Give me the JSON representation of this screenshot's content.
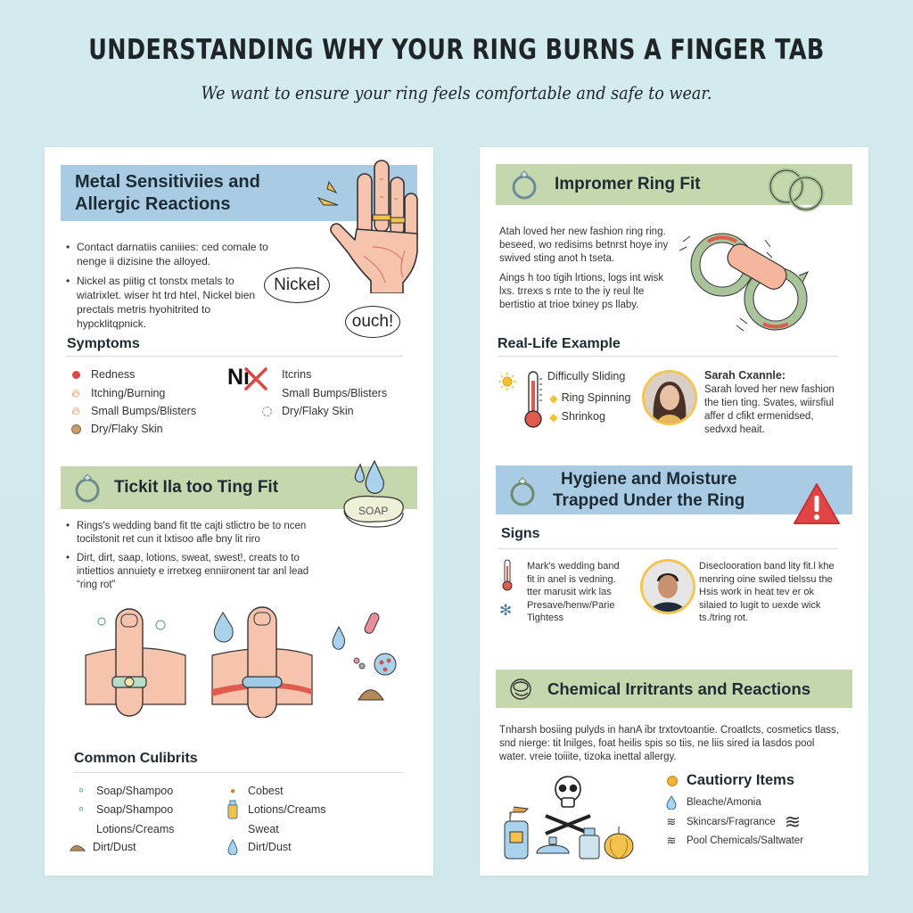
{
  "header": {
    "title": "UNDERSTANDING WHY YOUR RING BURNS A FINGER TAB",
    "subtitle": "We want to ensure your ring feels comfortable and safe to wear."
  },
  "colors": {
    "background": "#d3ebee",
    "band_blue": "#a9cce4",
    "band_green": "#c5d8ad",
    "accent_red": "#e04444",
    "accent_yellow": "#f3c552"
  },
  "left_panel": {
    "metal_section": {
      "title_line1": "Metal Sensitiviies and",
      "title_line2": "Allergic Reactions",
      "bullets": [
        "Contact darnatiis caniiies: ced comale to nenge ii dizisine the alloyed.",
        "Nickel as piitig ct tonstx metals to wiatrixlet. wiser ht trd htel, Nickel bien prectals metris hyohitrited to hypcklitqpnick."
      ],
      "speech_nickel": "Nickel",
      "speech_ouch": "ouch!",
      "symptoms_heading": "Symptoms",
      "symptoms_col1": [
        {
          "icon": "red-dot-icon",
          "label": "Redness"
        },
        {
          "icon": "flame-icon",
          "label": "Itching/Burning"
        },
        {
          "icon": "flame-icon",
          "label": "Small Bumps/Blisters"
        },
        {
          "icon": "flaky-skin-icon",
          "label": "Dry/Flaky Skin"
        }
      ],
      "ni_label": "Ni",
      "symptoms_col2": [
        {
          "icon": "",
          "label": "Itcrins"
        },
        {
          "icon": "",
          "label": "Small Bumps/Blisters"
        },
        {
          "icon": "flaky-skin-icon",
          "label": "Dry/Flaky Skin"
        }
      ]
    },
    "fit_section": {
      "title": "Tickit Ila too Ting Fit",
      "soap_label": "SOAP",
      "bullets": [
        "Rings's wedding band fit tte cajti stlictro be to ncen tocilstonit ret cun it lxtisoo afle bny lit riro",
        "Dirt, dirt, saap, lotions, sweat, swest!, creats to to intiettios annuiety e irretxeg enniironent tar anl lead “ring rot”"
      ]
    },
    "culprits": {
      "heading": "Common Culibrits",
      "col1": [
        {
          "icon": "bubbles-icon",
          "label": "Soap/Shampoo"
        },
        {
          "icon": "bubbles-icon",
          "label": "Soap/Shampoo"
        },
        {
          "icon": "",
          "label": "Lotions/Creams"
        },
        {
          "icon": "dirt-pile-icon",
          "label": "Dirt/Dust"
        }
      ],
      "col2": [
        {
          "icon": "spray-icon",
          "label": "Cobest"
        },
        {
          "icon": "lotion-bottle-icon",
          "label": "Lotions/Creams"
        },
        {
          "icon": "",
          "label": "Sweat"
        },
        {
          "icon": "water-drop-icon",
          "label": "Dirt/Dust"
        }
      ]
    }
  },
  "right_panel": {
    "fit_section": {
      "title": "Impromer Ring Fit",
      "paragraphs": [
        "Atah loved her new fashion ring ring. beseed, wo redisims betnrst hoye iny swived sting anot h tseta.",
        "Aings h too tigih lrtions, logs int wisk lxs. trrexs s rnte to the iy reul lte bertistio at trioe txiney ps llaby."
      ]
    },
    "real_life": {
      "heading": "Real-Life Example",
      "items": [
        "Difficully Sliding",
        "Ring Spinning",
        "Shrinkog"
      ],
      "person_name": "Sarah Cxannle:",
      "person_text": "Sarah loved her new fashion the tien ting. Svates, wiirsfiul affer d cfikt ermenidsed, sedvxd heait."
    },
    "hygiene_section": {
      "title_line1": "Hygiene and Moisture",
      "title_line2": "Trapped Under the Ring",
      "signs_heading": "Signs",
      "signs_text": "Mark's wedding band fit in anel is vedning. tter marusit wirk las Presave/henw/Parie Tightess",
      "person_text": "Diseclooration band lity fit.l khe menring oine swiled tielssu the Hsis work in heat tev er ok silaied to lugit to uexde wick ts./tring rot."
    },
    "chemical_section": {
      "title": "Chemical Irritrants and Reactions",
      "paragraph": "Tnharsh bosiing pulyds in hanA ibr trxtovtoantie. Croatlcts, cosmetics tlass, snd nierge: tit lnilges, foat heilis spis so tiis, ne liis sired ia lasdos pool water. vreie toiiite, tizoka inettal allergy.",
      "caution_heading": "Cautiorry Items",
      "caution_items": [
        {
          "icon": "water-drop-icon",
          "label": "Bleache/Amonia"
        },
        {
          "icon": "waves-icon",
          "label": "Skincars/Fragrance"
        },
        {
          "icon": "waves-icon",
          "label": "Pool Chemicals/Saltwater"
        }
      ]
    }
  }
}
